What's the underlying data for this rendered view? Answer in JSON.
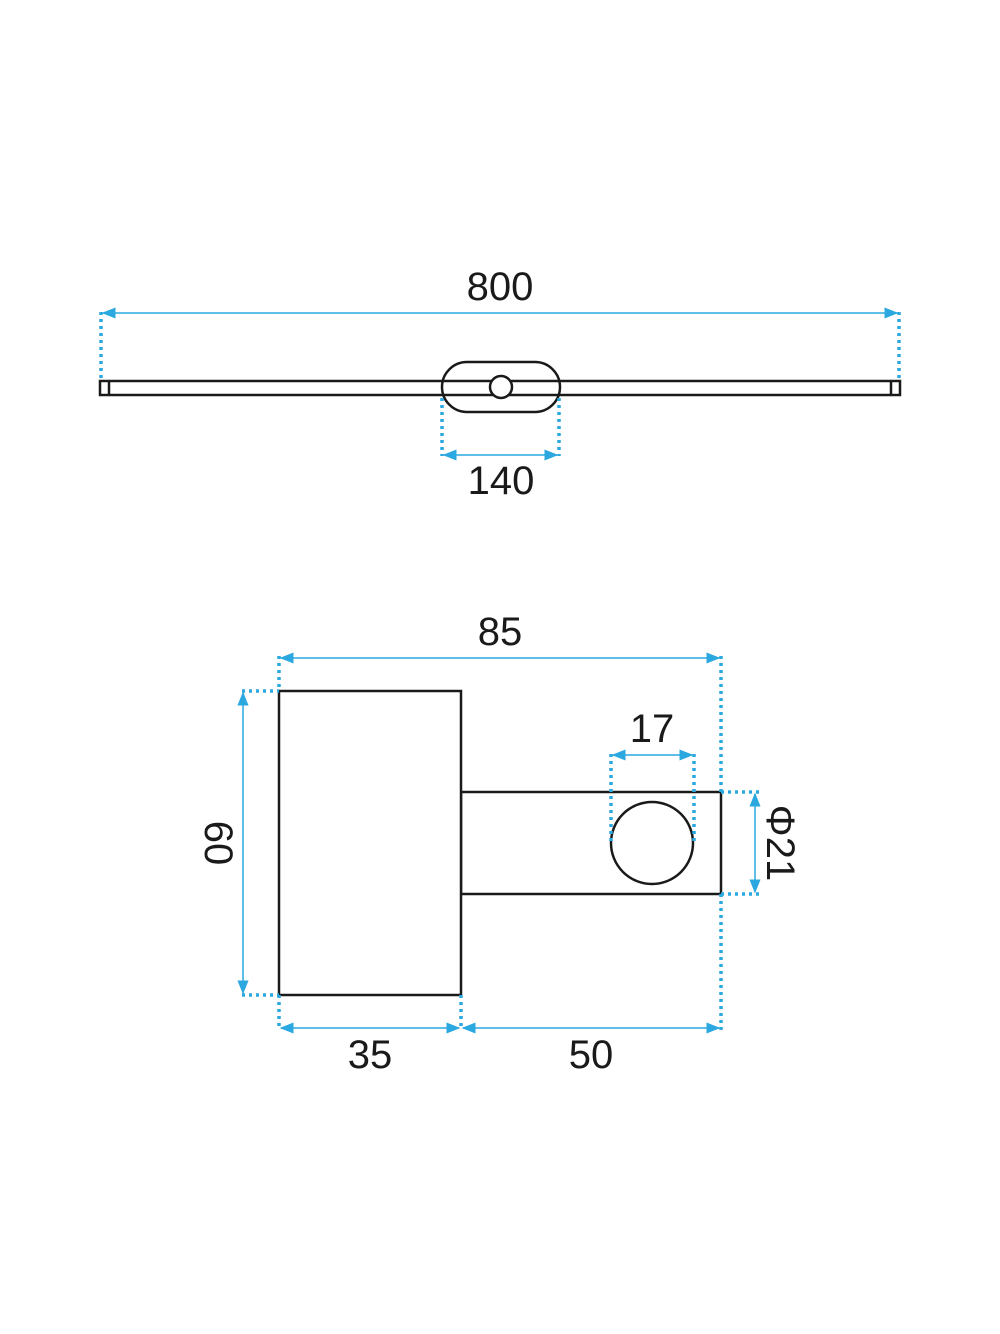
{
  "colors": {
    "dimension": "#2aa8df",
    "outline": "#1a1a1a",
    "background": "#ffffff"
  },
  "front_view": {
    "total_length": "800",
    "mount_width": "140"
  },
  "side_view": {
    "total_depth": "85",
    "height": "60",
    "head_depth": "35",
    "arm_length": "50",
    "arm_hole": "17",
    "arm_diameter": "Φ21"
  }
}
